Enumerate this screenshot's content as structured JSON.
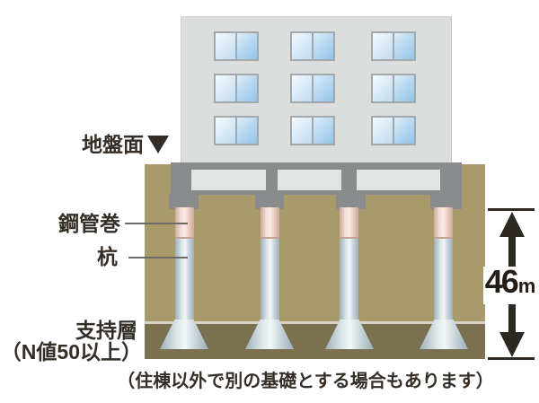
{
  "diagram": {
    "title": "building-pile-foundation-diagram",
    "labels": {
      "ground_surface": "地盤面",
      "steel_pipe_wrap": "鋼管巻",
      "pile": "杭",
      "bearing_layer": "支持層",
      "bearing_layer_note": "（N値50以上）",
      "caption": "（住棟以外で別の基礎とする場合もあります）"
    },
    "measurement": {
      "value": "46",
      "unit": "m"
    },
    "colors": {
      "soil_upper": "#a89a6b",
      "soil_bearing": "#7b7150",
      "building_wall": "#dcdddd",
      "foundation_concrete": "#8a8b8d",
      "window_blue": "#92c4ea",
      "pile_steel_pipe": "#f2ded5",
      "pile_concrete": "#dce7eb",
      "text": "#352e27"
    }
  }
}
